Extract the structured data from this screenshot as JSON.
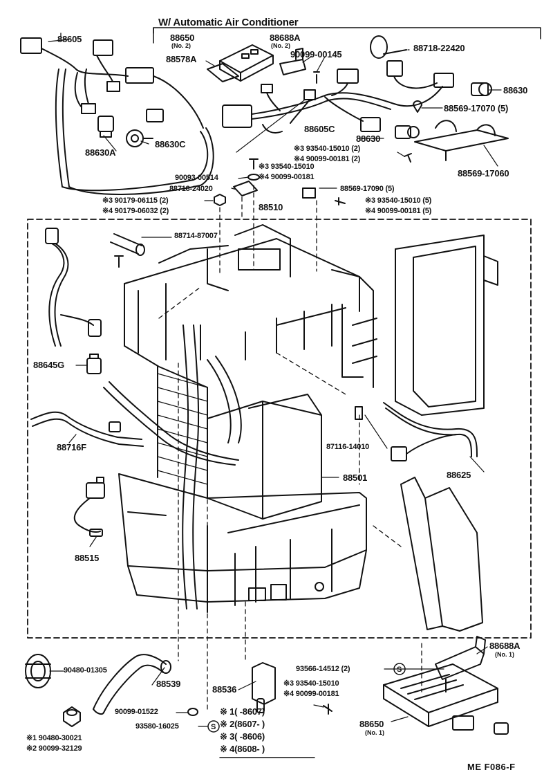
{
  "title": "W/ Automatic Air Conditioner",
  "footer": "ME   F086-F",
  "parts": {
    "p88605": "88605",
    "p88650a": "88650",
    "p88650a_note": "(No. 2)",
    "p88688a_top": "88688A",
    "p88688a_top_note": "(No. 2)",
    "p90099_00145": "90099-00145",
    "p88718_22420": "88718-22420",
    "p88578a": "88578A",
    "p88630_r": "88630",
    "p88569_17070": "88569-17070 (5)",
    "p88605c": "88605C",
    "p88630a": "88630A",
    "p88630c": "88630C",
    "p88630_m": "88630",
    "p93540_15010_2": "※3 93540-15010 (2)",
    "p90099_00181_2": "※4 90099-00181 (2)",
    "p88569_17060": "88569-17060",
    "p90093_00514": "90093-00514",
    "p93540_15010_b": "※3 93540-15010",
    "p90099_00181_b": "※4 90099-00181",
    "p88718_24020": "88718-24020",
    "p90179_06115": "※3 90179-06115 (2)",
    "p90179_06032": "※4 90179-06032 (2)",
    "p88510": "88510",
    "p88569_17090": "88569-17090 (5)",
    "p93540_15010_5": "※3 93540-15010 (5)",
    "p90099_00181_5": "※4 90099-00181 (5)",
    "p88714_87007": "88714-87007",
    "p88645g": "88645G",
    "p88716f": "88716F",
    "p87116_14010": "87116-14010",
    "p88625": "88625",
    "p88501": "88501",
    "p88515": "88515",
    "p88688a_bot": "88688A",
    "p88688a_bot_note": "(No. 1)",
    "p90480_01305": "90480-01305",
    "p88539": "88539",
    "p93566_14512": "93566-14512 (2)",
    "p88536": "88536",
    "p93540_15010_c": "※3 93540-15010",
    "p90099_00181_c": "※4 90099-00181",
    "p90099_01522": "90099-01522",
    "p88650b": "88650",
    "p88650b_note": "(No. 1)",
    "p93580_16025": "93580-16025",
    "p90480_30021": "※1  90480-30021",
    "p90099_32129": "※2  90099-32129"
  },
  "legend": {
    "row1": "※ 1(        -8607)",
    "row2": "※ 2(8607-        )",
    "row3": "※ 3(        -8606)",
    "row4": "※ 4(8608-        )"
  },
  "symbols": {
    "circle_s": "S"
  }
}
